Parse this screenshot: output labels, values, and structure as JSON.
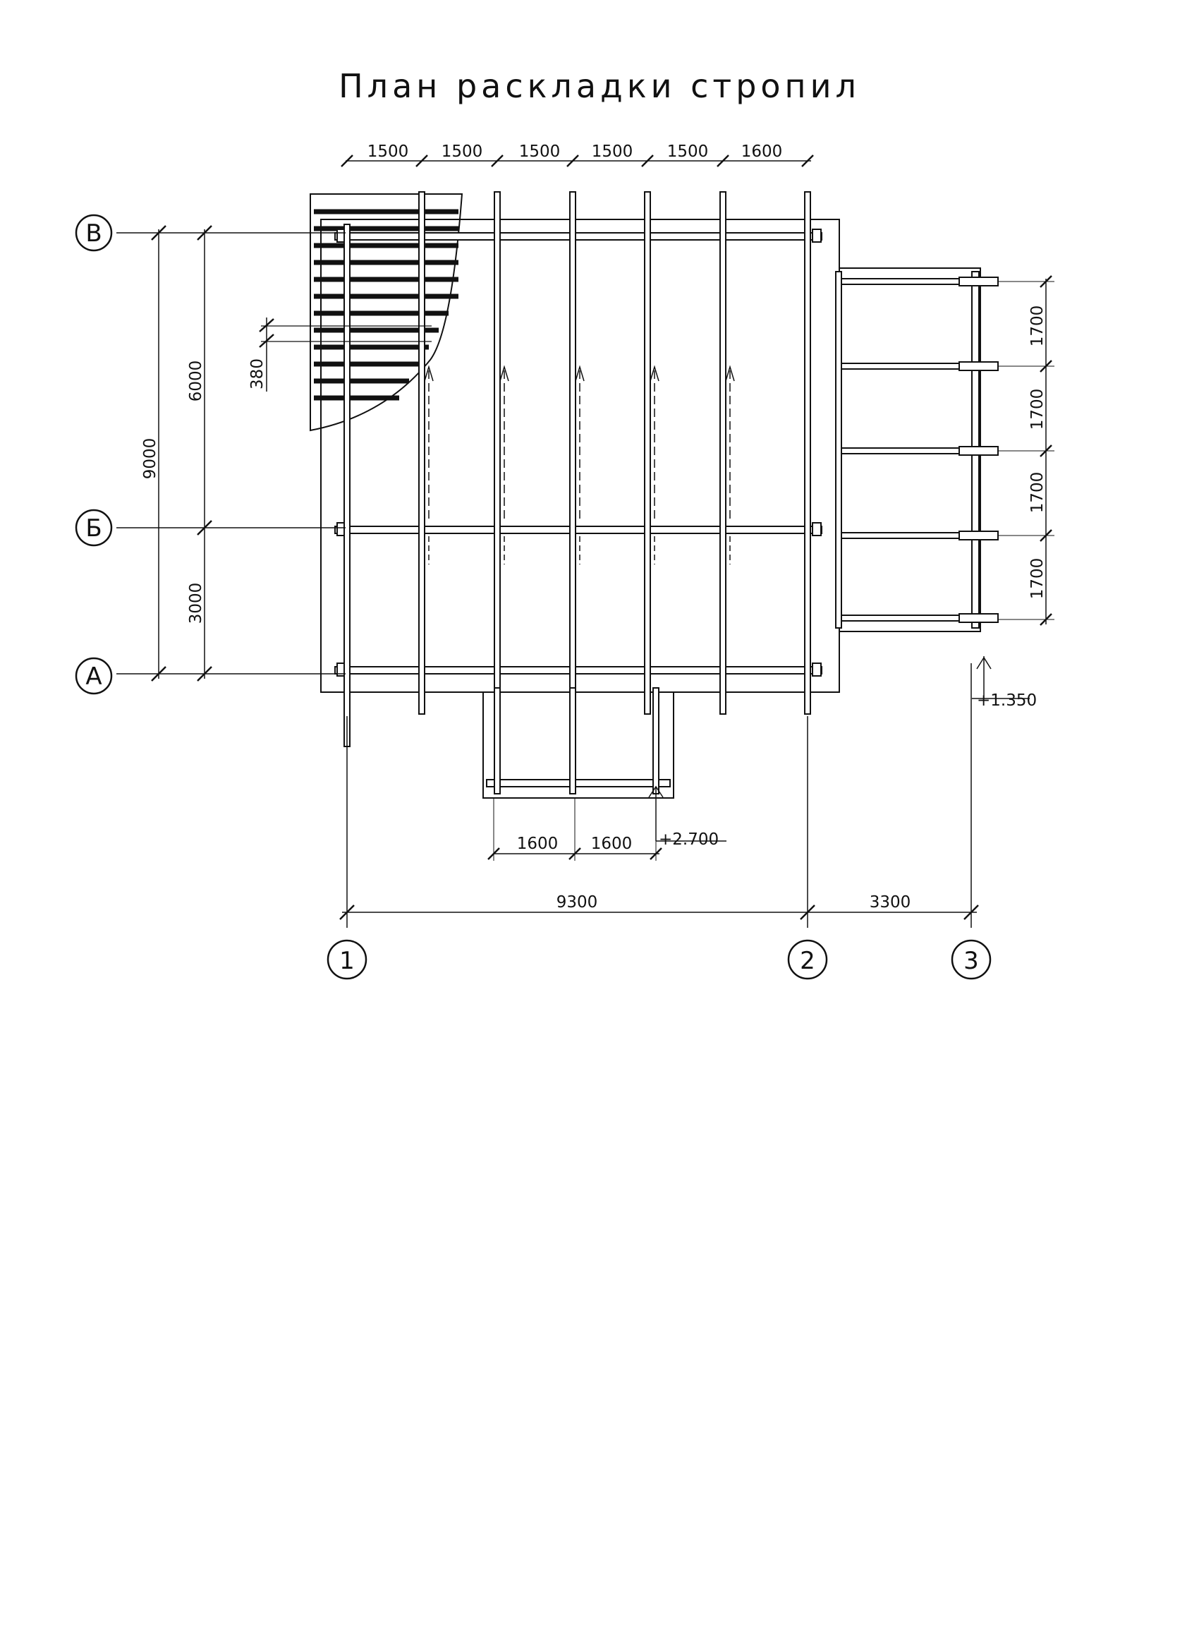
{
  "title": "План раскладки стропил",
  "axes": {
    "rows": [
      "В",
      "Б",
      "А"
    ],
    "cols": [
      "1",
      "2",
      "3"
    ]
  },
  "dims": {
    "top": [
      "1500",
      "1500",
      "1500",
      "1500",
      "1500",
      "1600"
    ],
    "left_overall": "9000",
    "left_upper": "6000",
    "left_lower": "3000",
    "batten": "380",
    "right": [
      "1700",
      "1700",
      "1700",
      "1700"
    ],
    "porch": [
      "1600",
      "1600"
    ],
    "bottom_main": "9300",
    "bottom_ext": "3300"
  },
  "levels": {
    "extension": "+1.350",
    "porch": "+2.700"
  },
  "colors": {
    "ink": "#111111",
    "paper": "#ffffff"
  }
}
